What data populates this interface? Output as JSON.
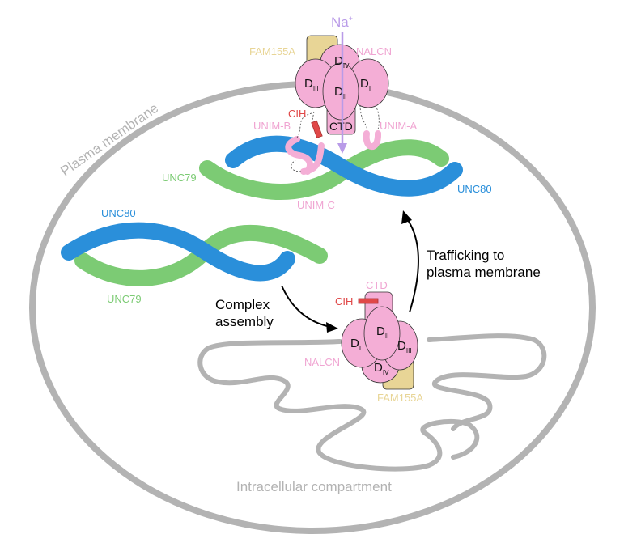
{
  "labels": {
    "plasma_membrane": "Plasma membrane",
    "intracellular": "Intracellular compartment",
    "ion": "Na",
    "ion_charge": "+",
    "complex_assembly_1": "Complex",
    "complex_assembly_2": "assembly",
    "trafficking_1": "Trafficking to",
    "trafficking_2": "plasma membrane"
  },
  "top_complex": {
    "fam": "FAM155A",
    "nalcn": "NALCN",
    "cih": "CIH",
    "ctd": "CTD",
    "unim_a": "UNIM-A",
    "unim_b": "UNIM-B",
    "unim_c": "UNIM-C",
    "unc79": "UNC79",
    "unc80": "UNC80",
    "d": "D",
    "d1": "I",
    "d2": "II",
    "d3": "III",
    "d4": "IV"
  },
  "left_complex": {
    "unc80": "UNC80",
    "unc79": "UNC79"
  },
  "bottom_complex": {
    "fam": "FAM155A",
    "nalcn": "NALCN",
    "cih": "CIH",
    "ctd": "CTD",
    "d": "D",
    "d1": "I",
    "d2": "II",
    "d3": "III",
    "d4": "IV"
  },
  "colors": {
    "membrane": "#b3b3b3",
    "nalcn": "#f4aed6",
    "nalcn_text": "#f0a5d2",
    "unc80": "#2a8fda",
    "unc79": "#7ccb74",
    "fam": "#e8d596",
    "cih": "#e04848",
    "na": "#b99be8"
  }
}
